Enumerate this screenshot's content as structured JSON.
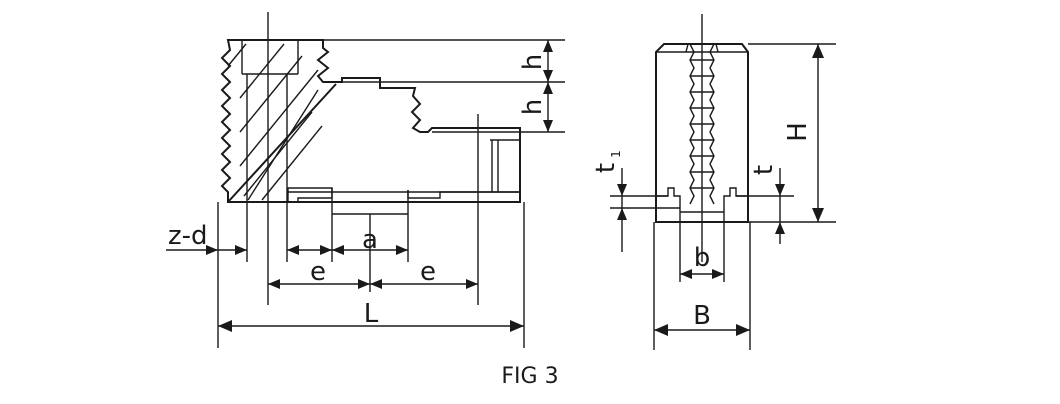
{
  "figure": {
    "caption": "FIG 3",
    "labels": {
      "h_top": "h",
      "h_mid": "h",
      "H": "H",
      "t1_main": "t",
      "t1_sub": "1",
      "t": "t",
      "z_d": "z-d",
      "a": "a",
      "e_left": "e",
      "e_right": "e",
      "L": "L",
      "b": "b",
      "B": "B"
    },
    "colors": {
      "ink": "#1a1a1a",
      "background": "#ffffff"
    }
  }
}
